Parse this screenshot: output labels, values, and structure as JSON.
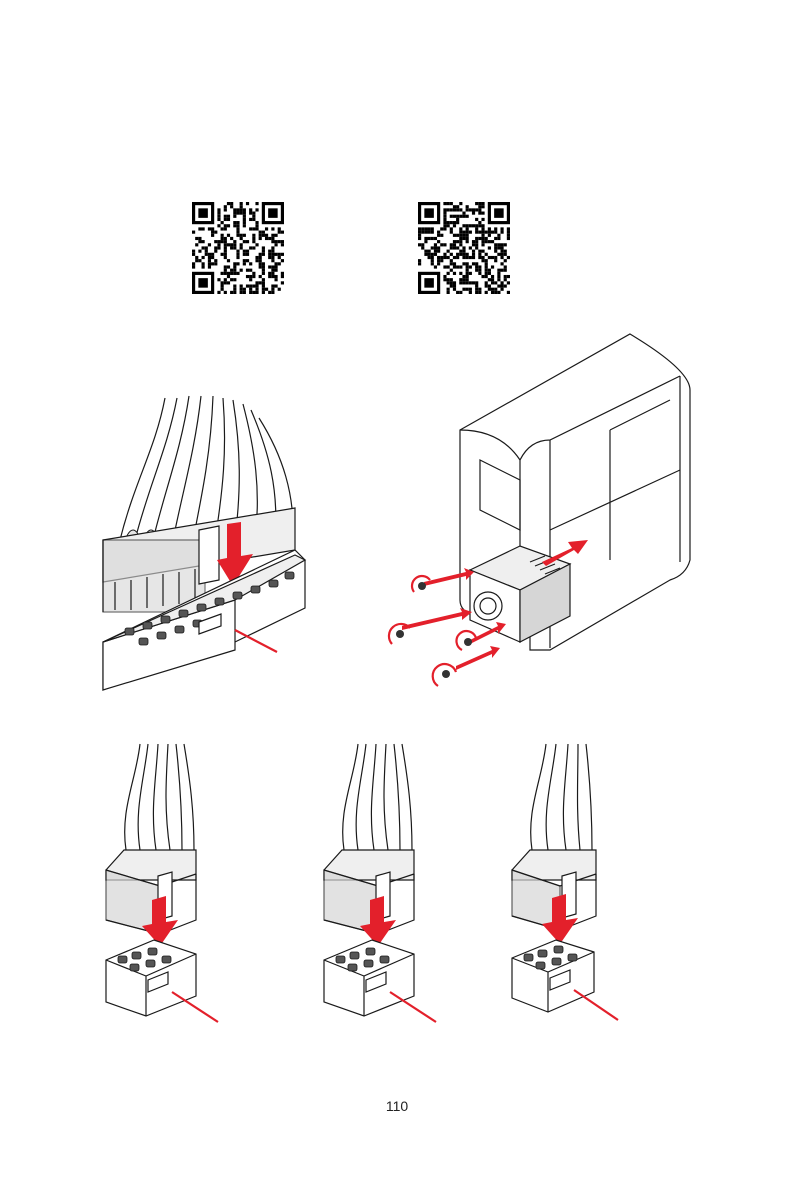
{
  "page": {
    "background": "#ffffff",
    "accent": "#e3202b"
  },
  "qr_codes": [
    {
      "id": "qr-left",
      "icon": "qr-code-icon"
    },
    {
      "id": "qr-right",
      "icon": "qr-code-icon"
    }
  ],
  "illustrations": [
    {
      "id": "atx-24pin-connector",
      "icon": "24-pin-power-connector-icon"
    },
    {
      "id": "psu-installation",
      "icon": "pc-case-psu-install-icon"
    },
    {
      "id": "pcie-8pin-connector-1",
      "icon": "8-pin-power-connector-icon"
    },
    {
      "id": "pcie-8pin-connector-2",
      "icon": "8-pin-power-connector-icon"
    },
    {
      "id": "pcie-6pin-connector",
      "icon": "6-pin-power-connector-icon"
    }
  ],
  "page_number": "110"
}
